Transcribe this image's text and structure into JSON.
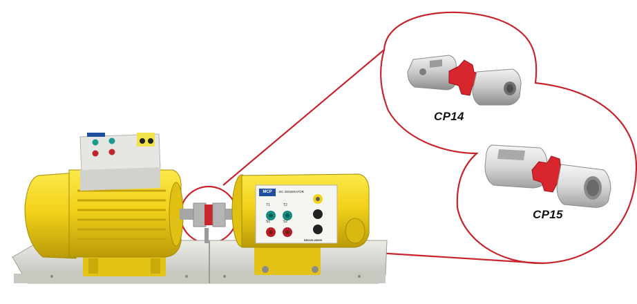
{
  "coupling_labels": {
    "cp14": "CP14",
    "cp15": "CP15"
  },
  "generator_panel": {
    "brand": "MCP",
    "title": "DC GENERATOR",
    "terminals": [
      "T1",
      "T2",
      "S1",
      "S2"
    ],
    "model_code": "DS/120-20005"
  },
  "colors": {
    "machine_yellow": "#f2d21a",
    "callout_red": "#c8232c",
    "rubber_spider_red": "#d8262e",
    "base_grey": "#d9d9d2",
    "terminal_box_grey": "#e6e6e3"
  },
  "icons": [
    "motor",
    "dc-generator",
    "coupling-cp14",
    "coupling-cp15",
    "magnifier-callout"
  ]
}
